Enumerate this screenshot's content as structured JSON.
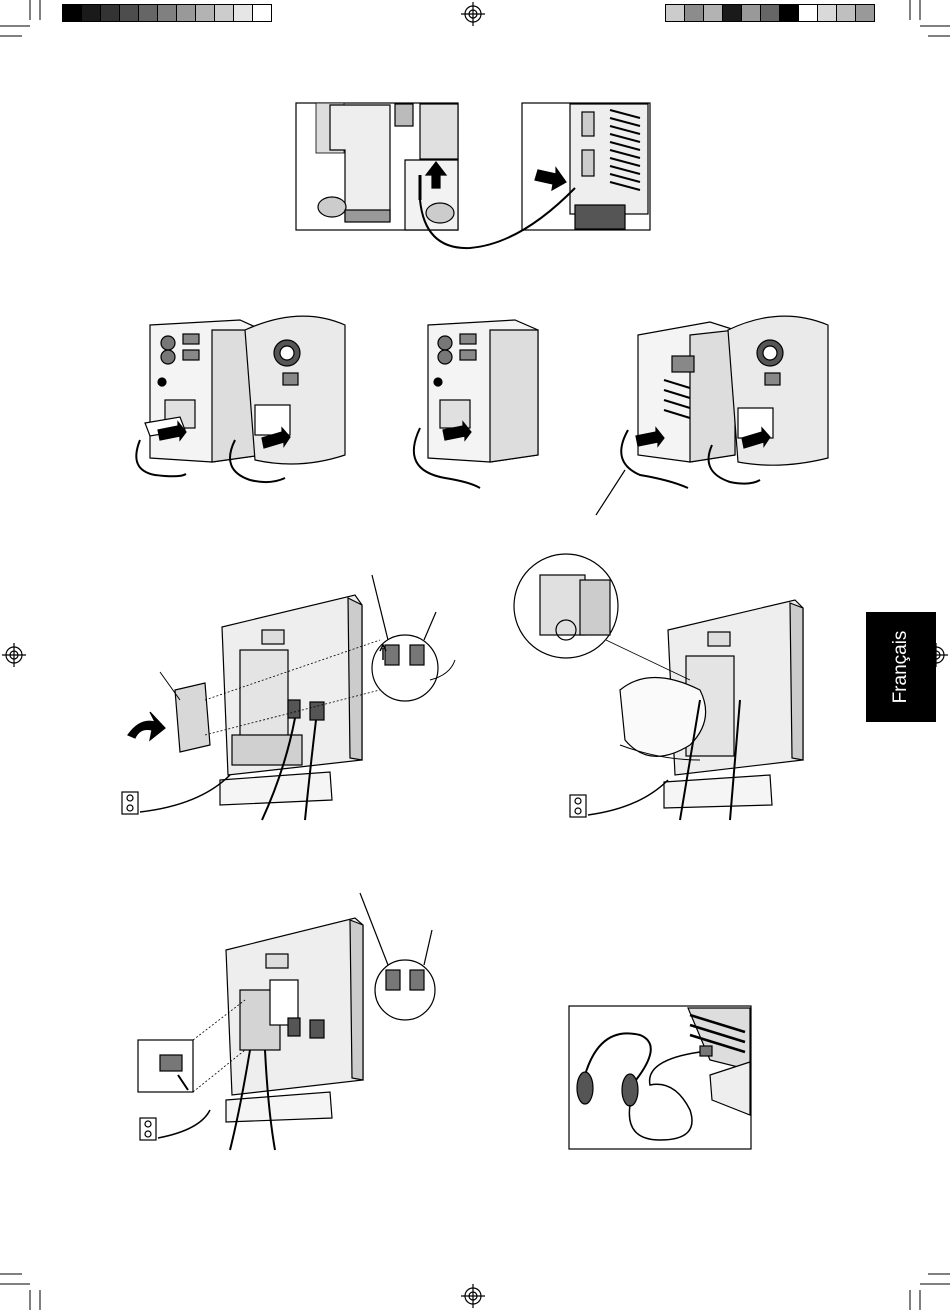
{
  "side_tab": {
    "label": "Français"
  },
  "colors": {
    "ink": "#000000",
    "device_body": "#e6e6e6",
    "device_shadow": "#b8b8b8",
    "tab_bg": "#000000",
    "tab_text": "#ffffff"
  },
  "print_marks": {
    "left_bar": [
      "#000000",
      "#1a1a1a",
      "#333333",
      "#4d4d4d",
      "#666666",
      "#808080",
      "#999999",
      "#b3b3b3",
      "#cccccc",
      "#e6e6e6",
      "#ffffff"
    ],
    "right_bar": [
      "#cccccc",
      "#8c8c8c",
      "#b3b3b3",
      "#1a1a1a",
      "#999999",
      "#666666",
      "#000000",
      "#ffffff",
      "#d9d9d9",
      "#bfbfbf",
      "#999999"
    ]
  },
  "figures": [
    {
      "id": "audio-cable-connection",
      "icon": "arrow-up-icon"
    },
    {
      "id": "computer-video-cable-connections"
    },
    {
      "id": "rear-cover-removal",
      "icon": "curved-arrow-icon"
    },
    {
      "id": "cable-management-clip"
    },
    {
      "id": "power-cord-connection"
    },
    {
      "id": "headphone-connection",
      "icon": "headphones-icon"
    }
  ]
}
